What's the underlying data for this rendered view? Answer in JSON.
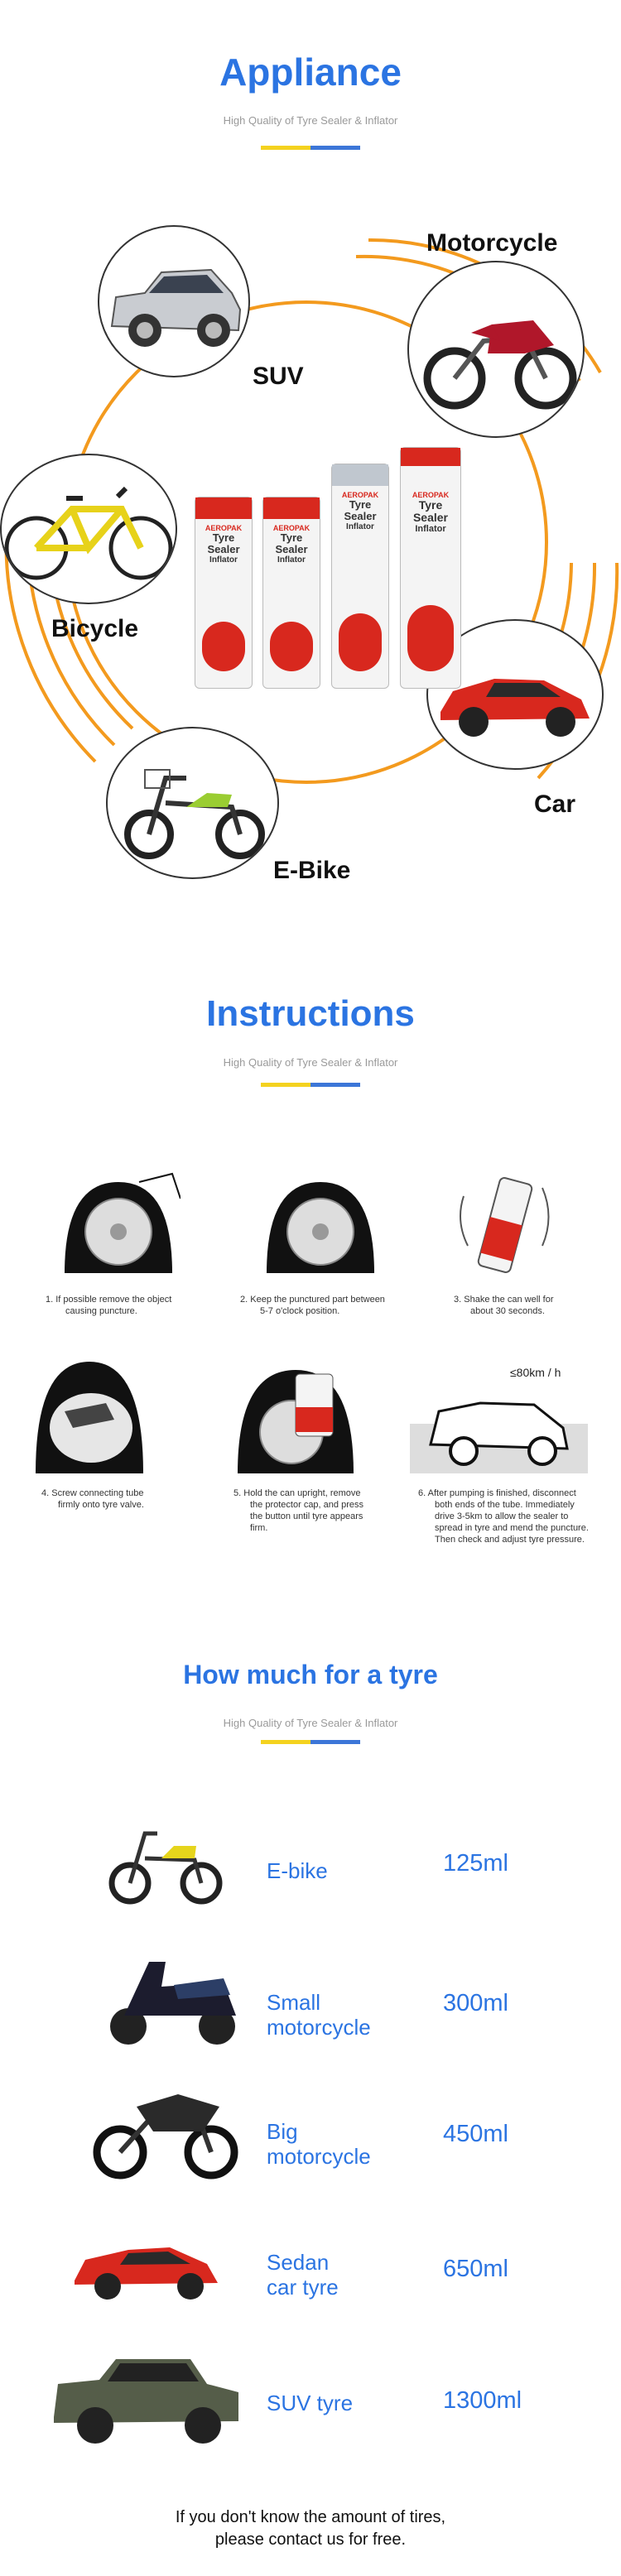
{
  "appliance": {
    "title": "Appliance",
    "subtitle": "High Quality of Tyre Sealer & Inflator",
    "vehicles": {
      "suv": "SUV",
      "motorcycle": "Motorcycle",
      "bicycle": "Bicycle",
      "car": "Car",
      "ebike": "E-Bike"
    },
    "product": {
      "brand": "AEROPAK",
      "name_line1": "Tyre",
      "name_line2": "Sealer",
      "name_line3": "Inflator"
    },
    "colors": {
      "ring": "#f39a1e",
      "accent": "#2b74e2",
      "can_red": "#d8281e"
    }
  },
  "instructions": {
    "title": "Instructions",
    "subtitle": "High Quality of Tyre Sealer & Inflator",
    "speed_badge": "≤80km / h",
    "steps": [
      {
        "num": "1.",
        "text_l1": "If possible remove the object",
        "text_l2": "causing puncture.",
        "text_l3": "",
        "text_l4": "",
        "text_l5": ""
      },
      {
        "num": "2.",
        "text_l1": "Keep the punctured part between",
        "text_l2": "5-7 o'clock position.",
        "text_l3": "",
        "text_l4": "",
        "text_l5": ""
      },
      {
        "num": "3.",
        "text_l1": "Shake the can well for",
        "text_l2": "about 30 seconds.",
        "text_l3": "",
        "text_l4": "",
        "text_l5": ""
      },
      {
        "num": "4.",
        "text_l1": "Screw connecting tube",
        "text_l2": "firmly onto tyre valve.",
        "text_l3": "",
        "text_l4": "",
        "text_l5": ""
      },
      {
        "num": "5.",
        "text_l1": "Hold the can upright, remove",
        "text_l2": "the protector cap, and press",
        "text_l3": "the button until tyre appears",
        "text_l4": "firm.",
        "text_l5": ""
      },
      {
        "num": "6.",
        "text_l1": "After pumping is finished, disconnect",
        "text_l2": "both ends of the tube. Immediately",
        "text_l3": "drive 3-5km to allow the sealer to",
        "text_l4": "spread in tyre and mend the puncture.",
        "text_l5": "Then check and adjust tyre pressure."
      }
    ]
  },
  "amount": {
    "title": "How much for a tyre",
    "subtitle": "High Quality of Tyre Sealer & Inflator",
    "rows": [
      {
        "name_l1": "E-bike",
        "name_l2": "",
        "value": "125ml",
        "icon": "e-bike-icon"
      },
      {
        "name_l1": "Small",
        "name_l2": "motorcycle",
        "value": "300ml",
        "icon": "scooter-icon"
      },
      {
        "name_l1": "Big",
        "name_l2": "motorcycle",
        "value": "450ml",
        "icon": "sport-motorcycle-icon"
      },
      {
        "name_l1": "Sedan",
        "name_l2": "car tyre",
        "value": "650ml",
        "icon": "sedan-icon"
      },
      {
        "name_l1": "SUV tyre",
        "name_l2": "",
        "value": "1300ml",
        "icon": "suv-icon"
      }
    ],
    "footer_l1": "If you don't know the amount of tires,",
    "footer_l2": "please contact us for free."
  }
}
